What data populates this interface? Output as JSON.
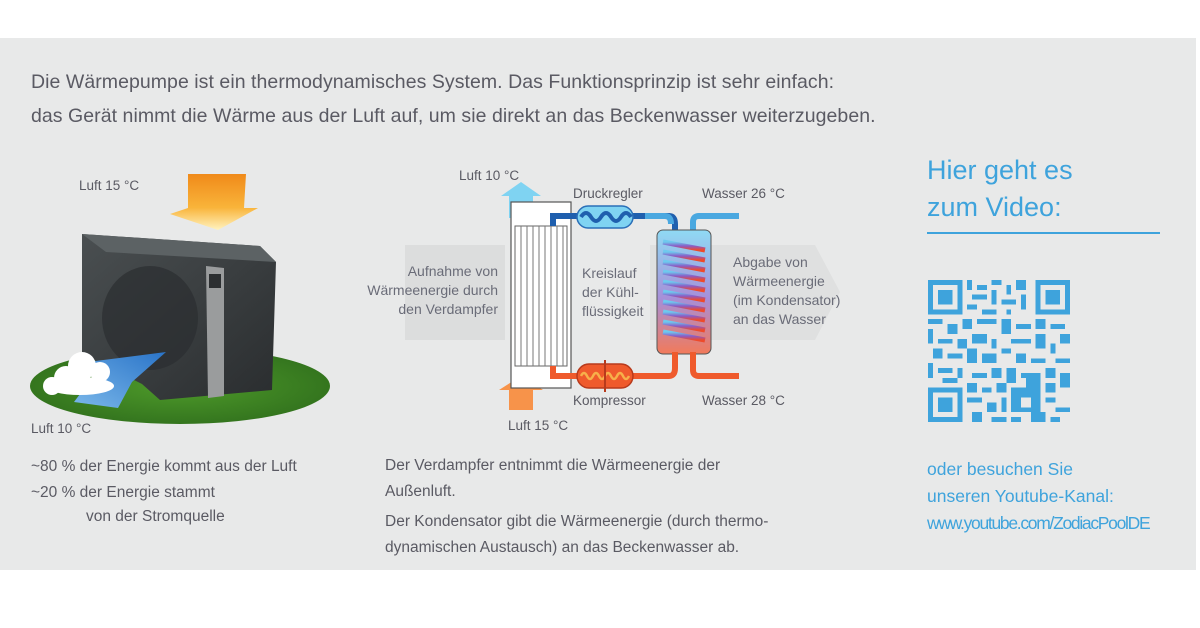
{
  "intro": {
    "line1": "Die Wärmepumpe ist ein thermodynamisches System. Das Funktionsprinzip ist sehr einfach:",
    "line2": "das Gerät nimmt die Wärme aus der Luft auf, um sie direkt an das Beckenwasser weiterzugeben."
  },
  "unit_illustration": {
    "air_in_label": "Luft 15 °C",
    "air_out_label": "Luft 10 °C",
    "energy_air": "~80 % der Energie kommt aus der Luft",
    "energy_power_line1": "~20 % der Energie stammt",
    "energy_power_line2": "von der Stromquelle"
  },
  "cycle_diagram": {
    "air_out_label": "Luft 10 °C",
    "air_in_label": "Luft 15 °C",
    "pressure_regulator": "Druckregler",
    "compressor": "Kompressor",
    "water_in": "Wasser 26 °C",
    "water_out": "Wasser 28 °C",
    "absorb_text": [
      "Aufnahme von",
      "Wärmeenergie durch",
      "den Verdampfer"
    ],
    "circuit_text": [
      "Kreislauf",
      "der Kühl-",
      "flüssigkeit"
    ],
    "release_text": [
      "Abgabe von",
      "Wärmeenergie",
      "(im Kondensator)",
      "an das Wasser"
    ],
    "colors": {
      "cold": "#1f5fae",
      "cold_light": "#7fd3f2",
      "hot": "#ef5a2c",
      "hot_light": "#f7934a"
    }
  },
  "explanation": {
    "evaporator_line1": "Der Verdampfer entnimmt die Wärmeenergie der",
    "evaporator_line2": "Außenluft.",
    "condenser_line1": "Der Kondensator gibt die Wärmeenergie (durch thermo-",
    "condenser_line2": "dynamischen Austausch) an das Beckenwasser ab."
  },
  "video": {
    "title_line1": "Hier geht es",
    "title_line2": "zum Video:",
    "qr_icon": "qr-code-icon",
    "visit_line1": "oder besuchen Sie",
    "visit_line2": "unseren Youtube-Kanal:",
    "url": "www.youtube.com/ZodiacPoolDE",
    "accent": "#3ea3dc"
  }
}
